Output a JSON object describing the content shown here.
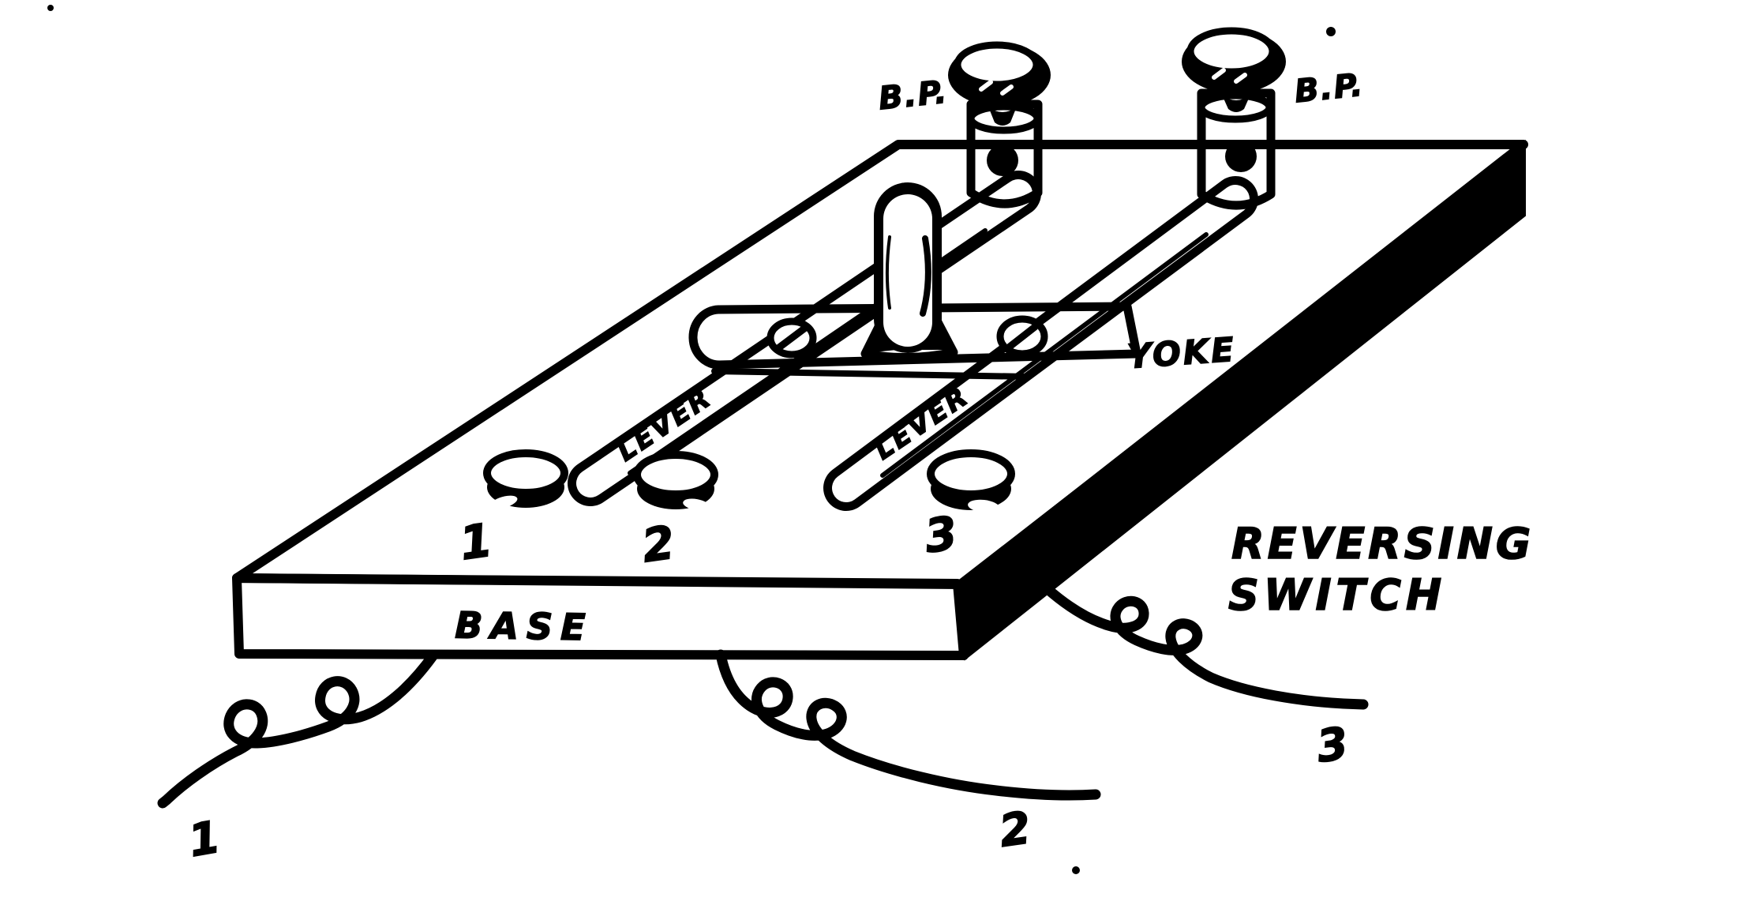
{
  "figure": {
    "title": {
      "line1": "REVERSING",
      "line2": "SWITCH"
    },
    "labels": {
      "bp_left": "B.P.",
      "bp_right": "B.P.",
      "yoke": "YOKE",
      "lever_left": "LEVER",
      "lever_right": "LEVER",
      "base": "BASE"
    },
    "contacts": {
      "c1": "1",
      "c2": "2",
      "c3": "3"
    },
    "wires": {
      "w1": "1",
      "w2": "2",
      "w3": "3"
    },
    "colors": {
      "ink": "#000000",
      "paper": "#ffffff"
    }
  }
}
